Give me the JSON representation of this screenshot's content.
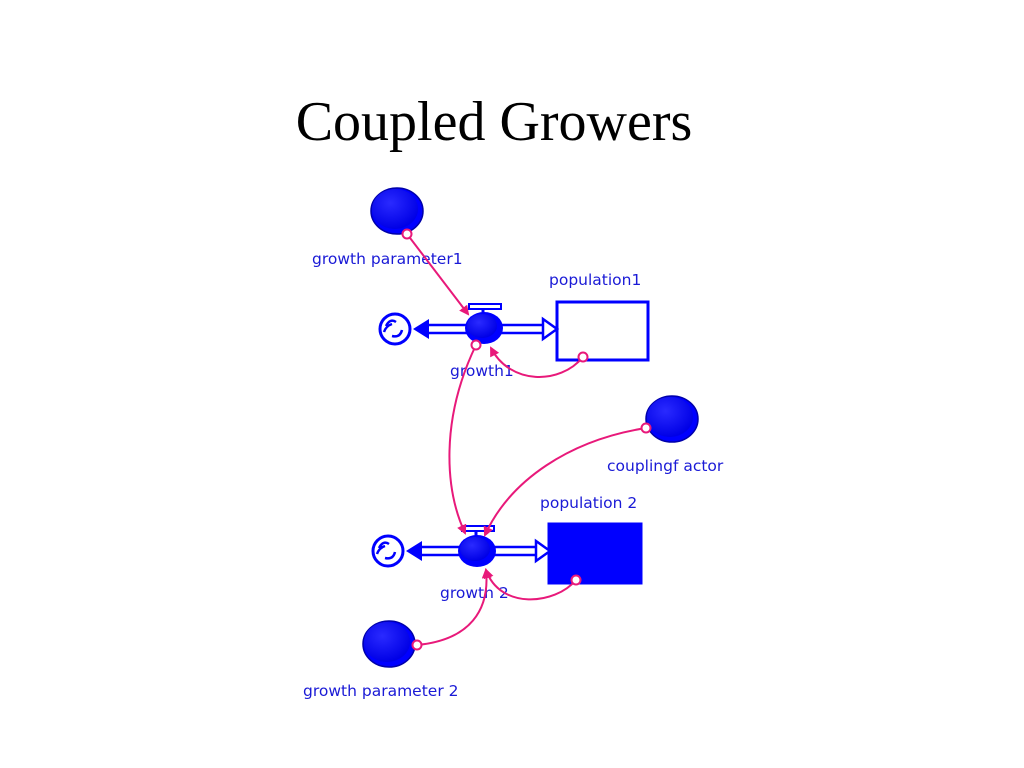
{
  "slide": {
    "title": "Coupled Growers"
  },
  "diagram": {
    "labels": {
      "growth_parameter1": "growth parameter1",
      "population1": "population1",
      "growth1": "growth1",
      "couplingfactor": "couplingf actor",
      "population2": "population 2",
      "growth2": "growth 2",
      "growth_parameter2": "growth parameter 2"
    },
    "colors": {
      "node": "#0000ff",
      "label": "#1a1ad6",
      "link": "#e8197a",
      "background": "#ffffff"
    }
  }
}
